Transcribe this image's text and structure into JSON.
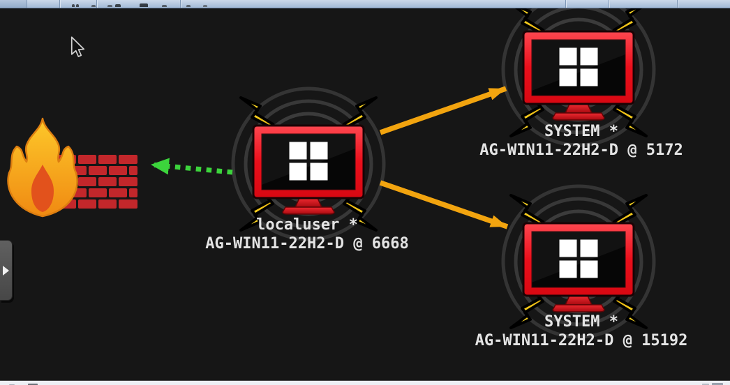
{
  "view": {
    "type": "session-graph",
    "background": "#161616",
    "toolbar_color": "#b3c6df",
    "status_strip_color": "#edeff4"
  },
  "nodes": [
    {
      "id": "beacon-center",
      "user": "localuser *",
      "host": "AG-WIN11-22H2-D @ 6668",
      "icon": "compromised-windows-monitor"
    },
    {
      "id": "beacon-top-right",
      "user": "SYSTEM *",
      "host": "AG-WIN11-22H2-D @ 5172",
      "icon": "compromised-windows-monitor"
    },
    {
      "id": "beacon-bottom-right",
      "user": "SYSTEM *",
      "host": "AG-WIN11-22H2-D @ 15192",
      "icon": "compromised-windows-monitor"
    }
  ],
  "firewall": {
    "icon": "firewall-flame-brick-wall"
  },
  "edges": [
    {
      "from": "beacon-center",
      "to": "firewall",
      "style": "dotted",
      "color": "#3cd43c"
    },
    {
      "from": "beacon-center",
      "to": "beacon-top-right",
      "style": "solid",
      "color": "#f2a40f"
    },
    {
      "from": "beacon-center",
      "to": "beacon-bottom-right",
      "style": "solid",
      "color": "#f2a40f"
    }
  ],
  "colors": {
    "edge_orange": "#f2a40f",
    "edge_green": "#3cd43c",
    "monitor_red": "#e8121d",
    "bolt_yellow": "#ffd41c",
    "ripple_gray": "#3d3d3d",
    "brick_red": "#c3272b",
    "label_text": "#e4e4e4"
  }
}
